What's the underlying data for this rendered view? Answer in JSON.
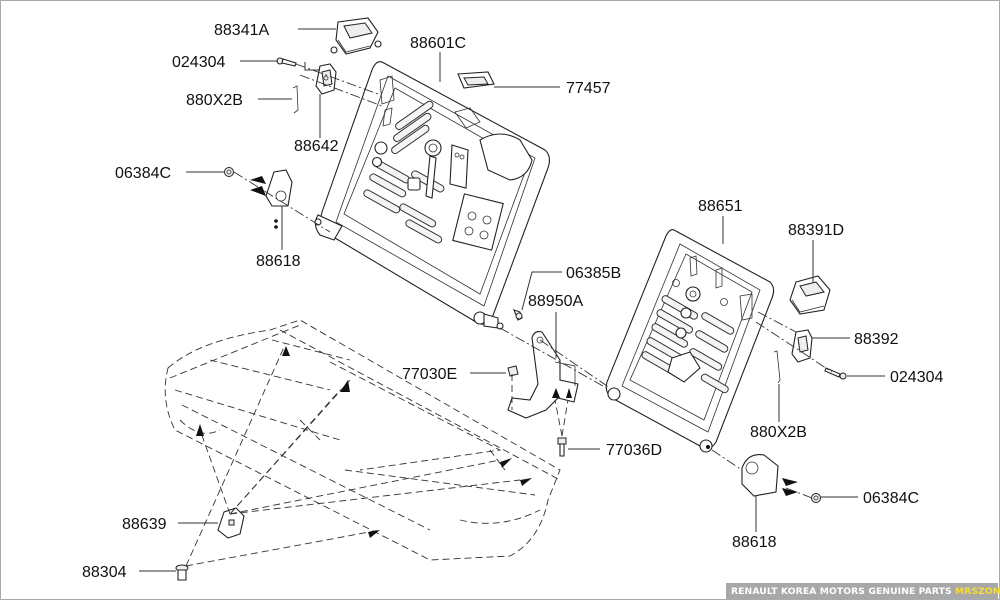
{
  "diagram": {
    "type": "exploded-parts-diagram",
    "subject": "Rear seat back frame and cushion assembly",
    "part_labels": [
      {
        "id": "p88341A",
        "text": "88341A"
      },
      {
        "id": "p024304_top",
        "text": "024304"
      },
      {
        "id": "p880X2B_top",
        "text": "880X2B"
      },
      {
        "id": "p88642",
        "text": "88642"
      },
      {
        "id": "p88601C",
        "text": "88601C"
      },
      {
        "id": "p77457",
        "text": "77457"
      },
      {
        "id": "p06384C_left",
        "text": "06384C"
      },
      {
        "id": "p88618_left",
        "text": "88618"
      },
      {
        "id": "p06385B",
        "text": "06385B"
      },
      {
        "id": "p88950A",
        "text": "88950A"
      },
      {
        "id": "p77030E",
        "text": "77030E"
      },
      {
        "id": "p77036D",
        "text": "77036D"
      },
      {
        "id": "p88651",
        "text": "88651"
      },
      {
        "id": "p88391D",
        "text": "88391D"
      },
      {
        "id": "p88392",
        "text": "88392"
      },
      {
        "id": "p024304_right",
        "text": "024304"
      },
      {
        "id": "p880X2B_right",
        "text": "880X2B"
      },
      {
        "id": "p06384C_right",
        "text": "06384C"
      },
      {
        "id": "p88618_right",
        "text": "88618"
      },
      {
        "id": "p88639",
        "text": "88639"
      },
      {
        "id": "p88304",
        "text": "88304"
      }
    ]
  },
  "watermark": {
    "text": "RENAULT KOREA MOTORS GENUINE PARTS",
    "brand": "MRSZONE",
    "bar_color": "#f2d21b",
    "brand_color": "#f7dc3a",
    "background": "#a8a8a8"
  }
}
